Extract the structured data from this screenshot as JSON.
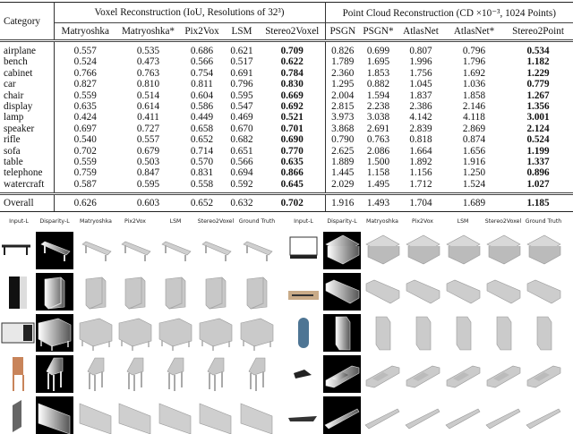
{
  "table": {
    "category_header": "Category",
    "voxel_group_header": "Voxel Reconstruction (IoU, Resolutions of 32³)",
    "point_group_header": "Point Cloud Reconstruction (CD ×10⁻³, 1024 Points)",
    "columns": [
      "Matryoshka",
      "Matryoshka*",
      "Pix2Vox",
      "LSM",
      "Stereo2Voxel",
      "PSGN",
      "PSGN*",
      "AtlasNet",
      "AtlasNet*",
      "Stereo2Point"
    ],
    "rows": [
      {
        "category": "airplane",
        "values": [
          "0.557",
          "0.535",
          "0.686",
          "0.621",
          "0.709",
          "0.826",
          "0.699",
          "0.807",
          "0.796",
          "0.534"
        ]
      },
      {
        "category": "bench",
        "values": [
          "0.524",
          "0.473",
          "0.566",
          "0.517",
          "0.622",
          "1.789",
          "1.695",
          "1.996",
          "1.796",
          "1.182"
        ]
      },
      {
        "category": "cabinet",
        "values": [
          "0.766",
          "0.763",
          "0.754",
          "0.691",
          "0.784",
          "2.360",
          "1.853",
          "1.756",
          "1.692",
          "1.229"
        ]
      },
      {
        "category": "car",
        "values": [
          "0.827",
          "0.810",
          "0.811",
          "0.796",
          "0.830",
          "1.295",
          "0.882",
          "1.045",
          "1.036",
          "0.779"
        ]
      },
      {
        "category": "chair",
        "values": [
          "0.559",
          "0.514",
          "0.604",
          "0.595",
          "0.669",
          "2.004",
          "1.594",
          "1.837",
          "1.858",
          "1.267"
        ]
      },
      {
        "category": "display",
        "values": [
          "0.635",
          "0.614",
          "0.586",
          "0.547",
          "0.692",
          "2.815",
          "2.238",
          "2.386",
          "2.146",
          "1.356"
        ]
      },
      {
        "category": "lamp",
        "values": [
          "0.424",
          "0.411",
          "0.449",
          "0.469",
          "0.521",
          "3.973",
          "3.038",
          "4.142",
          "4.118",
          "3.001"
        ]
      },
      {
        "category": "speaker",
        "values": [
          "0.697",
          "0.727",
          "0.658",
          "0.670",
          "0.701",
          "3.868",
          "2.691",
          "2.839",
          "2.869",
          "2.124"
        ]
      },
      {
        "category": "rifle",
        "values": [
          "0.540",
          "0.557",
          "0.652",
          "0.682",
          "0.690",
          "0.790",
          "0.763",
          "0.818",
          "0.874",
          "0.524"
        ]
      },
      {
        "category": "sofa",
        "values": [
          "0.702",
          "0.679",
          "0.714",
          "0.651",
          "0.770",
          "2.625",
          "2.086",
          "1.664",
          "1.656",
          "1.199"
        ]
      },
      {
        "category": "table",
        "values": [
          "0.559",
          "0.503",
          "0.570",
          "0.566",
          "0.635",
          "1.889",
          "1.500",
          "1.892",
          "1.916",
          "1.337"
        ]
      },
      {
        "category": "telephone",
        "values": [
          "0.759",
          "0.847",
          "0.831",
          "0.694",
          "0.866",
          "1.445",
          "1.158",
          "1.156",
          "1.250",
          "0.896"
        ]
      },
      {
        "category": "watercraft",
        "values": [
          "0.587",
          "0.595",
          "0.558",
          "0.592",
          "0.645",
          "2.029",
          "1.495",
          "1.712",
          "1.524",
          "1.027"
        ]
      }
    ],
    "overall": {
      "category": "Overall",
      "values": [
        "0.626",
        "0.603",
        "0.652",
        "0.632",
        "0.702",
        "1.916",
        "1.493",
        "1.704",
        "1.689",
        "1.185"
      ]
    },
    "bold_columns": [
      "Stereo2Voxel",
      "Stereo2Point"
    ]
  },
  "figure": {
    "column_labels": [
      "Input-L",
      "Disparity-L",
      "Matryoshka",
      "Pix2Vox",
      "LSM",
      "Stereo2Voxel",
      "Ground Truth"
    ],
    "left_rows": [
      "bench",
      "speaker",
      "cabinet",
      "chair",
      "display"
    ],
    "right_rows": [
      "table",
      "sofa",
      "telephone",
      "car",
      "watercraft"
    ]
  }
}
